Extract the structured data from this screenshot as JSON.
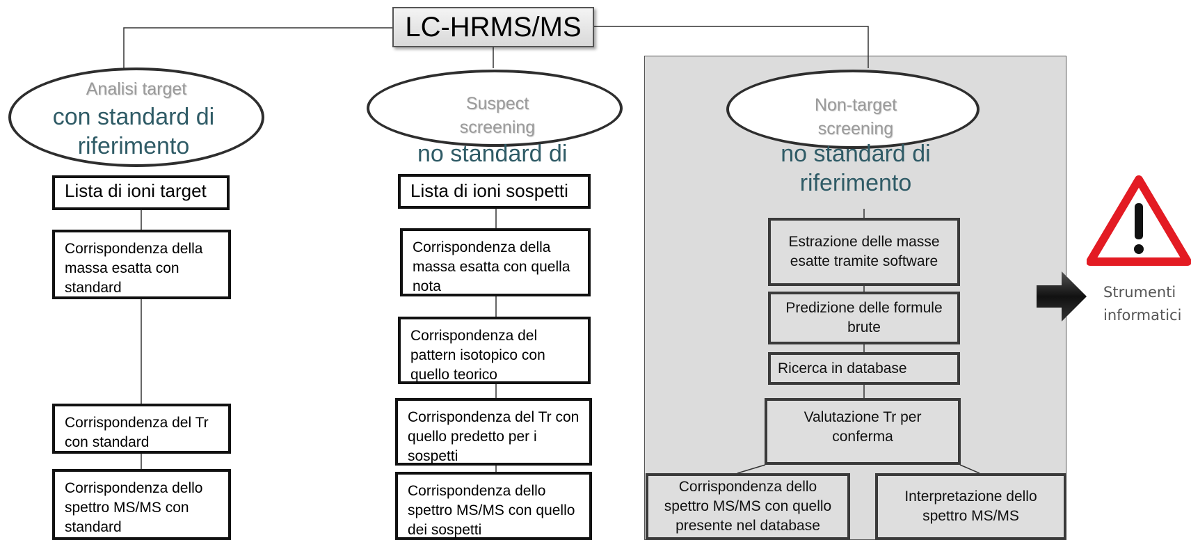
{
  "root": {
    "label": "LC-HRMS/MS"
  },
  "branches": [
    {
      "title_top": "Analisi target",
      "title_main": "con standard di riferimento",
      "steps": [
        "Lista di ioni target",
        "Corrispondenza della massa esatta con standard",
        "Corrispondenza del Tr con standard",
        "Corrispondenza dello spettro MS/MS con standard"
      ]
    },
    {
      "title_top": "Suspect screening",
      "title_main": "no standard di riferimento",
      "steps": [
        "Lista di ioni sospetti",
        "Corrispondenza della massa esatta con quella nota",
        "Corrispondenza del pattern isotopico con quello teorico",
        "Corrispondenza del Tr con quello predetto per i sospetti",
        "Corrispondenza dello spettro MS/MS con quello dei sospetti"
      ]
    },
    {
      "title_top": "Non-target screening",
      "title_main": "no standard di riferimento",
      "steps": [
        "Estrazione delle masse esatte tramite software",
        "Predizione delle formule brute",
        "Ricerca in database",
        "Valutazione Tr per conferma",
        "Corrispondenza dello spettro MS/MS con quello presente nel database",
        "Interpretazione dello spettro MS/MS"
      ]
    }
  ],
  "side_note": {
    "label": "Strumenti informatici",
    "icon": "warning-icon",
    "arrow_icon": "arrow-right-icon"
  }
}
